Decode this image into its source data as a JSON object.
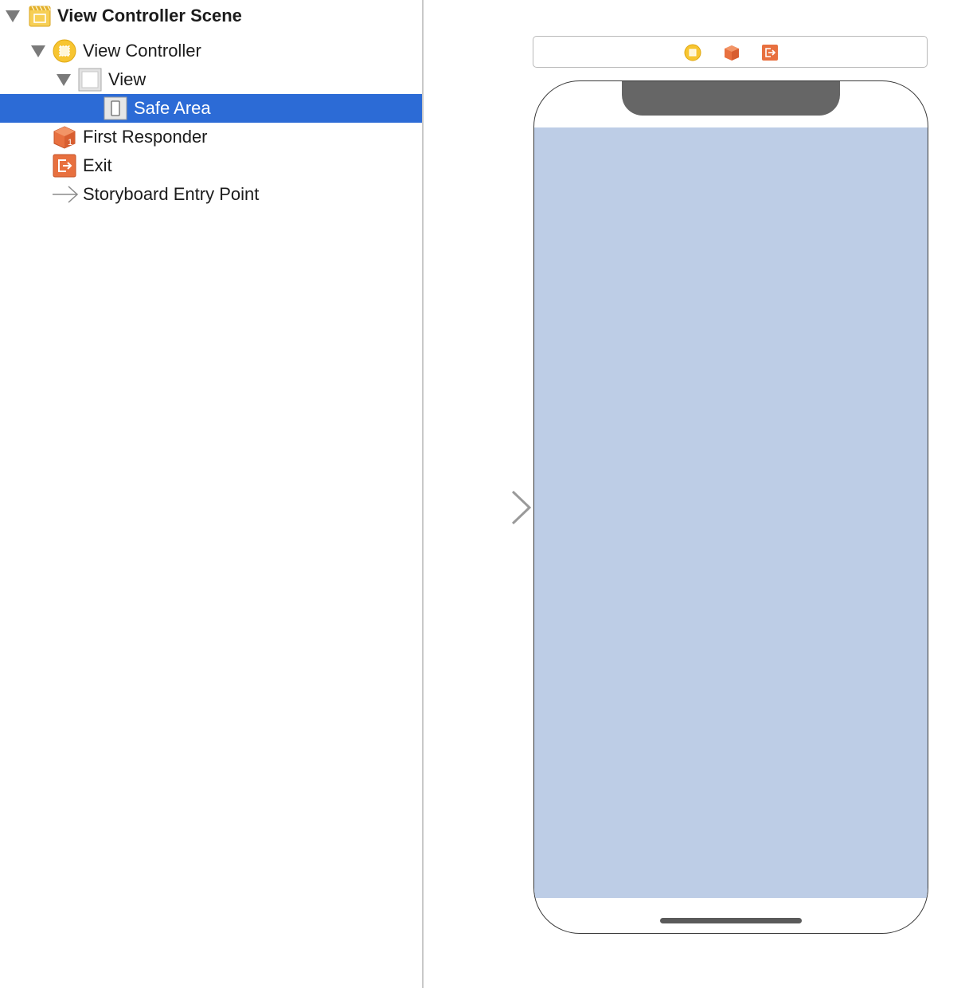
{
  "outline": {
    "items": [
      {
        "label": "View Controller Scene",
        "icon": "scene-icon",
        "expanded": true,
        "selected": false
      },
      {
        "label": "View Controller",
        "icon": "view-controller-icon",
        "expanded": true,
        "selected": false
      },
      {
        "label": "View",
        "icon": "view-icon",
        "expanded": true,
        "selected": false
      },
      {
        "label": "Safe Area",
        "icon": "safe-area-icon",
        "selected": true
      },
      {
        "label": "First Responder",
        "icon": "first-responder-icon",
        "selected": false
      },
      {
        "label": "Exit",
        "icon": "exit-icon",
        "selected": false
      },
      {
        "label": "Storyboard Entry Point",
        "icon": "entry-point-arrow-icon",
        "selected": false
      }
    ]
  },
  "canvas": {
    "scene_dock_icons": [
      "view-controller-icon",
      "first-responder-icon",
      "exit-icon"
    ],
    "device": "iPhone with notch",
    "safe_area_color": "#bdcde6"
  },
  "colors": {
    "selection": "#2c6bd6",
    "orange_icon": "#e8703f",
    "yellow_icon": "#f7c531"
  }
}
